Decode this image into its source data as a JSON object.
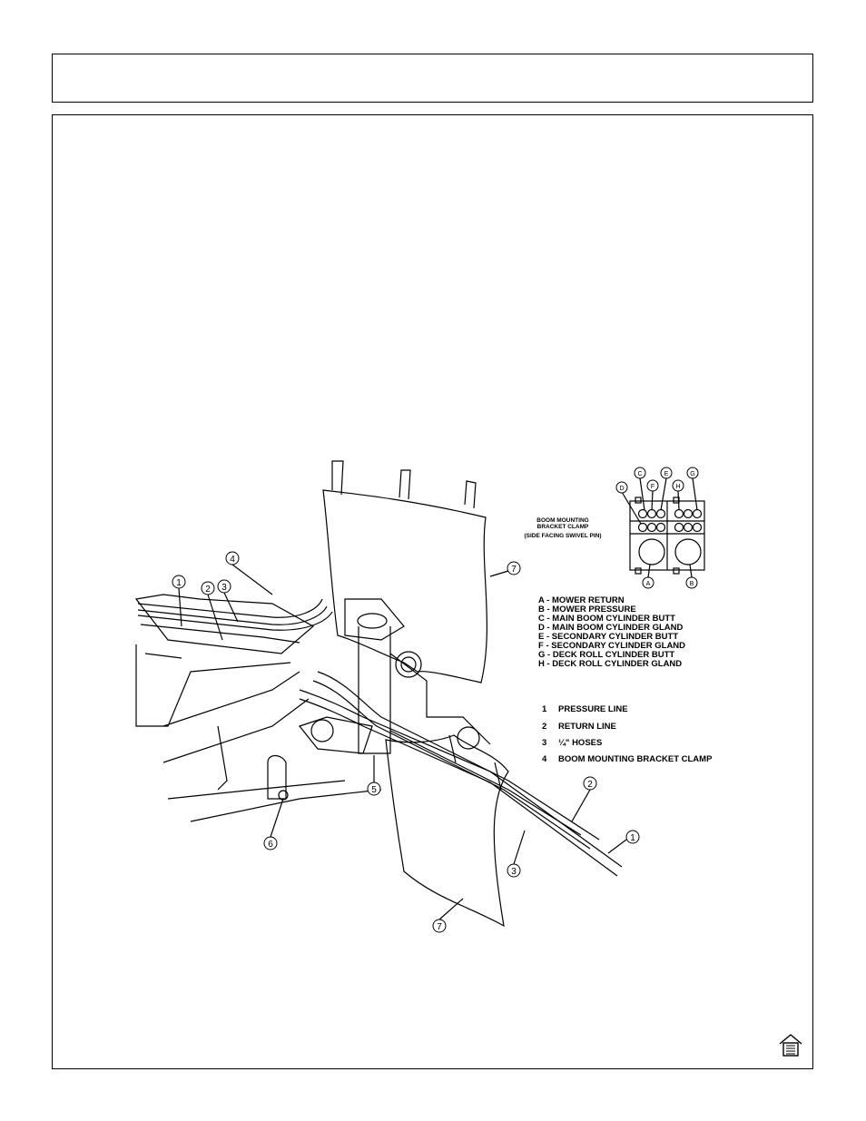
{
  "page": {
    "header_text": "",
    "home_icon": "home-icon"
  },
  "clamp": {
    "title_line1": "BOOM MOUNTING",
    "title_line2": "BRACKET CLAMP",
    "title_line3": "(SIDE FACING SWIVEL PIN)",
    "letters": {
      "A": "A",
      "B": "B",
      "C": "C",
      "D": "D",
      "E": "E",
      "F": "F",
      "G": "G",
      "H": "H"
    }
  },
  "legend_letters": [
    "A - MOWER RETURN",
    "B - MOWER PRESSURE",
    "C - MAIN BOOM CYLINDER BUTT",
    "D - MAIN BOOM CYLINDER GLAND",
    "E - SECONDARY CYLINDER BUTT",
    "F - SECONDARY CYLINDER GLAND",
    "G - DECK ROLL CYLINDER BUTT",
    "H - DECK ROLL CYLINDER GLAND"
  ],
  "legend_numbers": [
    {
      "num": "1",
      "text": "PRESSURE LINE"
    },
    {
      "num": "2",
      "text": "RETURN LINE"
    },
    {
      "num": "3",
      "text": "¼\" HOSES"
    },
    {
      "num": "4",
      "text": "BOOM MOUNTING BRACKET CLAMP"
    }
  ],
  "callouts": {
    "c1a": "1",
    "c2a": "2",
    "c3a": "3",
    "c4": "4",
    "c5": "5",
    "c6": "6",
    "c7a": "7",
    "c7b": "7",
    "c2b": "2",
    "c1b": "1",
    "c3b": "3"
  }
}
